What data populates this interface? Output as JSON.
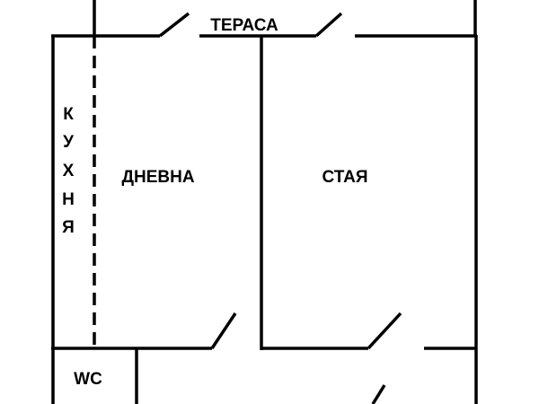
{
  "rooms": {
    "terrace": "ТЕРАСА",
    "living_room": "ДНЕВНА",
    "bedroom": "СТАЯ",
    "kitchen_letters": [
      "К",
      "У",
      "Х",
      "Н",
      "Я"
    ],
    "wc": "WC"
  },
  "colors": {
    "wall": "#000000",
    "background": "#ffffff"
  }
}
